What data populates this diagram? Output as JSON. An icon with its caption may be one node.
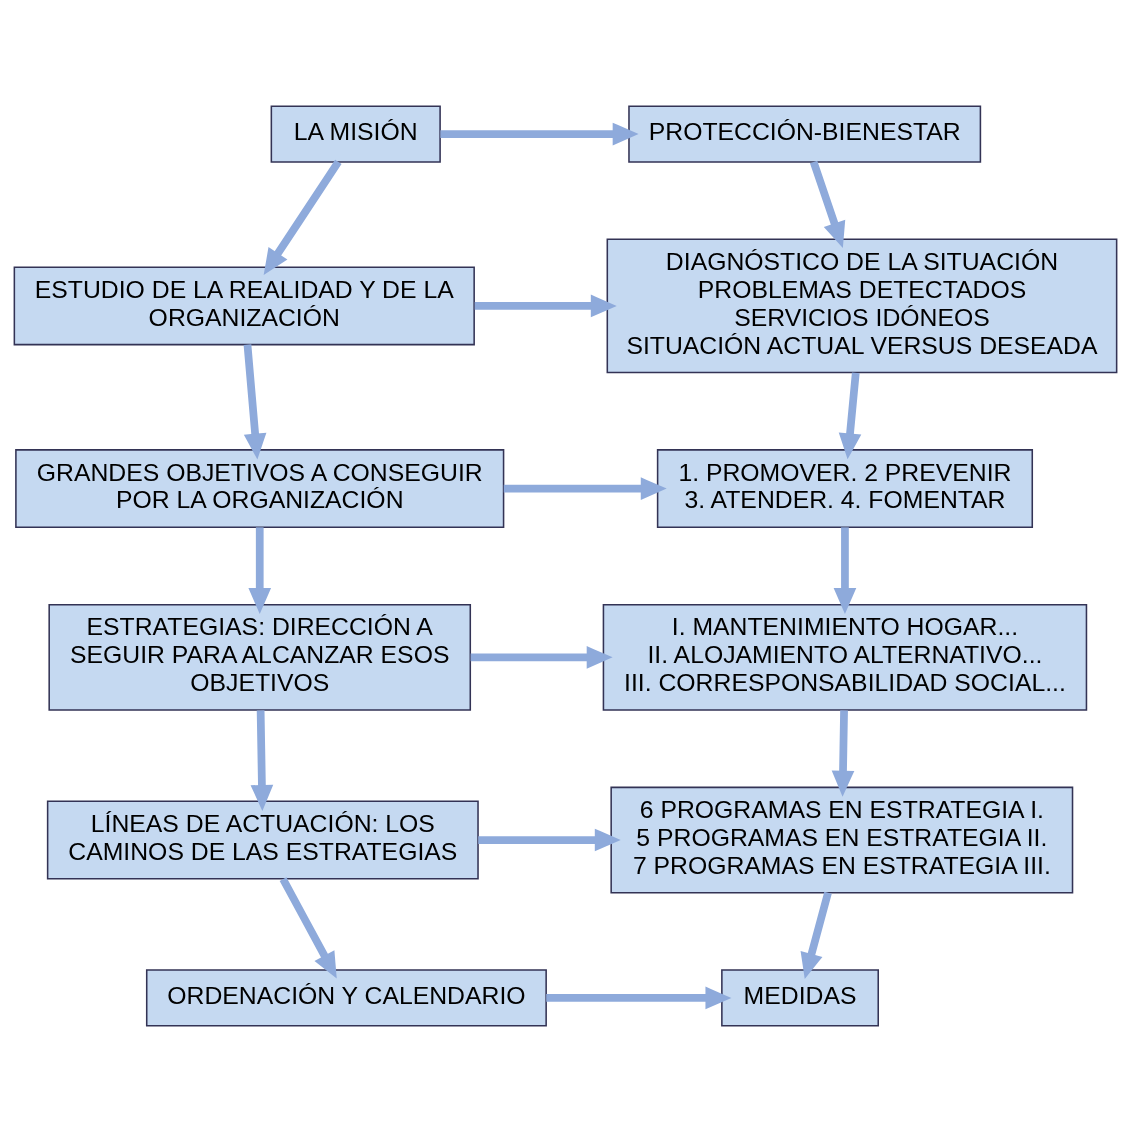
{
  "diagram": {
    "nodes": [
      {
        "text": [
          "LA MISIÓN"
        ]
      },
      {
        "text": [
          "PROTECCIÓN-BIENESTAR"
        ]
      },
      {
        "text": [
          "ESTUDIO DE LA REALIDAD Y DE LA ORGANIZACIÓN"
        ]
      },
      {
        "text": [
          "DIAGNÓSTICO DE LA SITUACIÓN",
          "PROBLEMAS DETECTADOS",
          "SERVICIOS IDÓNEOS",
          "SITUACIÓN ACTUAL VERSUS DESEADA"
        ]
      },
      {
        "text": [
          "GRANDES OBJETIVOS A CONSEGUIR POR LA ORGANIZACIÓN"
        ]
      },
      {
        "text": [
          "1. PROMOVER. 2 PREVENIR",
          "3. ATENDER. 4. FOMENTAR"
        ]
      },
      {
        "text": [
          "ESTRATEGIAS: DIRECCIÓN A SEGUIR PARA ALCANZAR ESOS OBJETIVOS"
        ]
      },
      {
        "text": [
          "I. MANTENIMIENTO HOGAR...",
          "II. ALOJAMIENTO ALTERNATIVO...",
          "III. CORRESPONSABILIDAD SOCIAL..."
        ]
      },
      {
        "text": [
          "LÍNEAS DE ACTUACIÓN: LOS CAMINOS DE LAS ESTRATEGIAS"
        ]
      },
      {
        "text": [
          "6 PROGRAMAS EN ESTRATEGIA I.",
          "5 PROGRAMAS EN ESTRATEGIA II.",
          "7 PROGRAMAS EN ESTRATEGIA III."
        ]
      },
      {
        "text": [
          "ORDENACIÓN Y CALENDARIO"
        ]
      },
      {
        "text": [
          "MEDIDAS"
        ]
      }
    ],
    "edges": [
      {
        "from": 0,
        "to": 1,
        "arrow": "to"
      },
      {
        "from": 0,
        "to": 2,
        "arrow": "to"
      },
      {
        "from": 1,
        "to": 3,
        "arrow": "to"
      },
      {
        "from": 2,
        "to": 3,
        "arrow": "to"
      },
      {
        "from": 2,
        "to": 4,
        "arrow": "to"
      },
      {
        "from": 3,
        "to": 5,
        "arrow": "to"
      },
      {
        "from": 4,
        "to": 5,
        "arrow": "to"
      },
      {
        "from": 4,
        "to": 6,
        "arrow": "to"
      },
      {
        "from": 5,
        "to": 7,
        "arrow": "to"
      },
      {
        "from": 6,
        "to": 7,
        "arrow": "to"
      },
      {
        "from": 6,
        "to": 8,
        "arrow": "to"
      },
      {
        "from": 7,
        "to": 9,
        "arrow": "to"
      },
      {
        "from": 8,
        "to": 9,
        "arrow": "to"
      },
      {
        "from": 8,
        "to": 10,
        "arrow": "to"
      },
      {
        "from": 9,
        "to": 11,
        "arrow": "to"
      },
      {
        "from": 10,
        "to": 11,
        "arrow": "to"
      }
    ]
  }
}
